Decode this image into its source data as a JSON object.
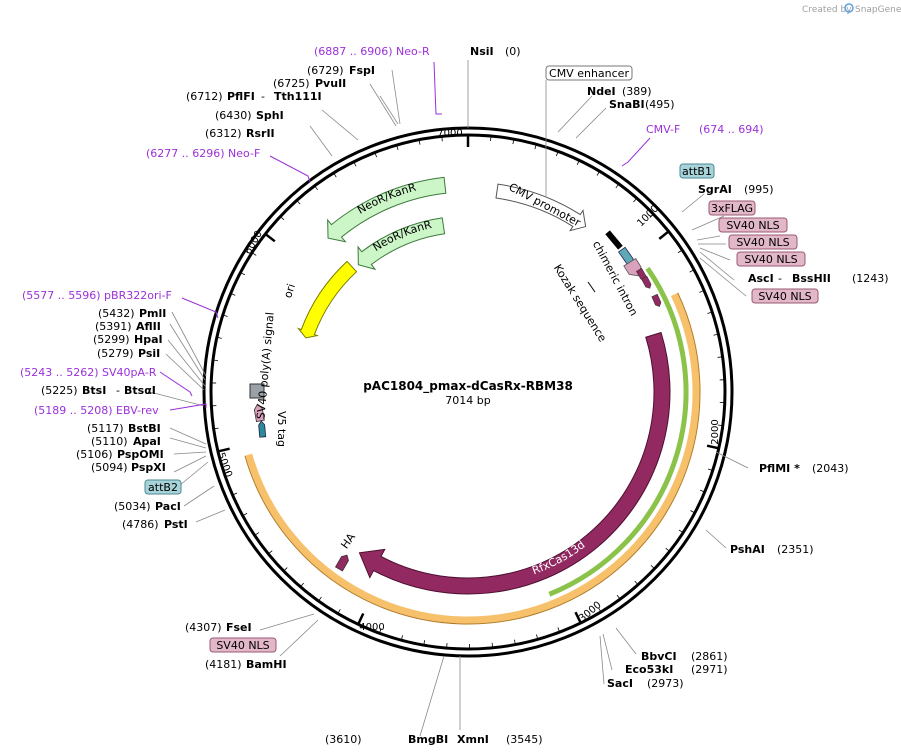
{
  "credit": "Created by",
  "credit_brand": "SnapGene",
  "map": {
    "title": "pAC1804_pmax-dCasRx-RBM38",
    "length_label": "7014 bp",
    "length": 7014,
    "ticks": [
      "1000",
      "2000",
      "3000",
      "4000",
      "5000",
      "6000",
      "7000"
    ]
  },
  "sites": [
    {
      "name": "NsiI",
      "pos": "(0)",
      "at": 0
    },
    {
      "name": "NdeI",
      "pos": "(389)",
      "at": 389
    },
    {
      "name": "SnaBI",
      "pos": "(495)",
      "at": 495
    },
    {
      "name": "SgrAI",
      "pos": "(995)",
      "at": 995
    },
    {
      "name": "AscI",
      "name2": "BssHII",
      "pos": "(1243)",
      "at": 1243
    },
    {
      "name": "PflMI *",
      "pos": "(2043)",
      "at": 2043
    },
    {
      "name": "PshAI",
      "pos": "(2351)",
      "at": 2351
    },
    {
      "name": "BbvCI",
      "pos": "(2861)",
      "at": 2861
    },
    {
      "name": "Eco53kI",
      "pos": "(2971)",
      "at": 2971
    },
    {
      "name": "SacI",
      "pos": "(2973)",
      "at": 2973
    },
    {
      "name": "XmnI",
      "pos": "(3545)",
      "at": 3545
    },
    {
      "name": "BmgBI",
      "pos": "(3610)",
      "at": 3610
    },
    {
      "name": "BamHI",
      "pos": "(4181)",
      "at": 4181
    },
    {
      "name": "FseI",
      "pos": "(4307)",
      "at": 4307
    },
    {
      "name": "PstI",
      "pos": "(4786)",
      "at": 4786
    },
    {
      "name": "PacI",
      "pos": "(5034)",
      "at": 5034
    },
    {
      "name": "PspXI",
      "pos": "(5094)",
      "at": 5094
    },
    {
      "name": "PspOMI",
      "pos": "(5106)",
      "at": 5106
    },
    {
      "name": "ApaI",
      "pos": "(5110)",
      "at": 5110
    },
    {
      "name": "BstBI",
      "pos": "(5117)",
      "at": 5117
    },
    {
      "name": "BtsI",
      "name2": "BtsαI",
      "pos": "(5225)",
      "at": 5225
    },
    {
      "name": "PsiI",
      "pos": "(5279)",
      "at": 5279
    },
    {
      "name": "HpaI",
      "pos": "(5299)",
      "at": 5299
    },
    {
      "name": "AflII",
      "pos": "(5391)",
      "at": 5391
    },
    {
      "name": "PmlI",
      "pos": "(5432)",
      "at": 5432
    },
    {
      "name": "RsrII",
      "pos": "(6312)",
      "at": 6312
    },
    {
      "name": "SphI",
      "pos": "(6430)",
      "at": 6430
    },
    {
      "name": "PflFI",
      "name2": "Tth111I",
      "pos": "(6712)",
      "at": 6712
    },
    {
      "name": "PvuII",
      "pos": "(6725)",
      "at": 6725
    },
    {
      "name": "FspI",
      "pos": "(6729)",
      "at": 6729
    }
  ],
  "primers": [
    {
      "label": "(6887 .. 6906)  Neo-R",
      "at": 6896
    },
    {
      "label": "CMV-F",
      "range": "(674 .. 694)",
      "at": 684
    },
    {
      "label": "(6277 .. 6296)  Neo-F",
      "at": 6286
    },
    {
      "label": "(5577 .. 5596)  pBR322ori-F",
      "at": 5586
    },
    {
      "label": "(5243 .. 5262)  SV40pA-R",
      "at": 5252
    },
    {
      "label": "(5189 .. 5208)  EBV-rev",
      "at": 5198
    }
  ],
  "boxed_features": [
    {
      "label": "CMV enhancer",
      "style": "plain"
    },
    {
      "label": "attB1",
      "style": "blue"
    },
    {
      "label": "3xFLAG",
      "style": "pink"
    },
    {
      "label": "SV40 NLS",
      "style": "pink"
    },
    {
      "label": "SV40 NLS",
      "style": "pink"
    },
    {
      "label": "SV40 NLS",
      "style": "pink"
    },
    {
      "label": "SV40 NLS",
      "style": "pink"
    },
    {
      "label": "attB2",
      "style": "blue"
    },
    {
      "label": "SV40 NLS",
      "style": "pink"
    }
  ],
  "arc_labels": {
    "neor1": "NeoR/KanR",
    "neor2": "NeoR/KanR",
    "cmv_promoter": "CMV promoter",
    "chimeric_intron": "chimeric intron",
    "kozak": "Kozak sequence",
    "ori": "ori",
    "sv40pa": "SV40 poly(A) signal",
    "v5": "V5 tag",
    "rfxcas13d": "RfxCas13d",
    "ha": "HA"
  },
  "colors": {
    "neor": "#ccf5c8",
    "ori": "#ffff00",
    "cas": "#922a61",
    "orange_arc": "#f7c06a",
    "green_arc": "#8bc34a",
    "pink_feature": "#e2b7c8",
    "blue_feature": "#a7d3d9",
    "primer": "#9b30d9"
  }
}
